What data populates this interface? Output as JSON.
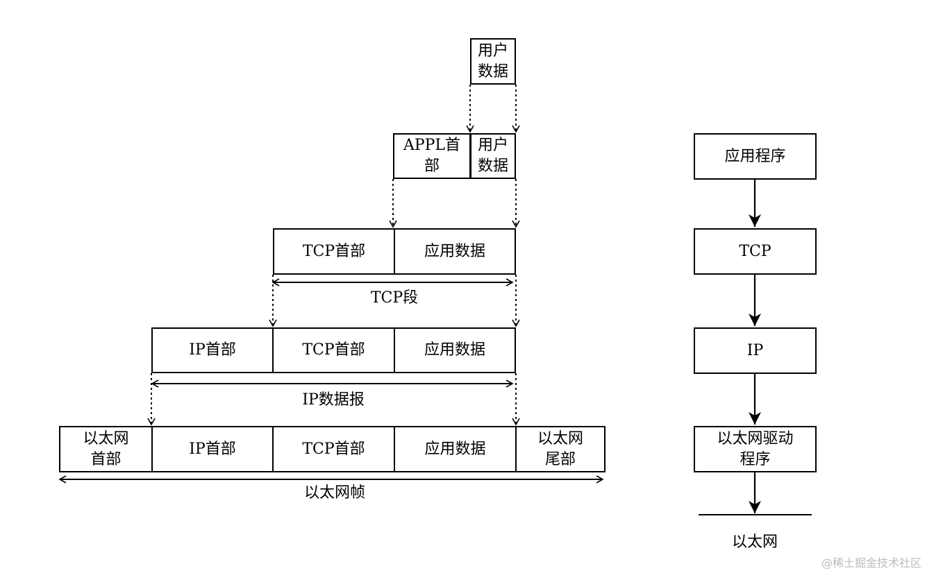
{
  "encapsulation": {
    "user_data": "用户\n数据",
    "appl_header": "APPL首\n部",
    "app_layer_user_data": "用户\n数据",
    "tcp_header": "TCP首部",
    "app_data": "应用数据",
    "tcp_segment_label": "TCP段",
    "ip_header": "IP首部",
    "ip_datagram_label": "IP数据报",
    "ethernet_header": "以太网\n首部",
    "ethernet_trailer": "以太网\n尾部",
    "ethernet_frame_label": "以太网帧"
  },
  "stack": {
    "application": "应用程序",
    "tcp": "TCP",
    "ip": "IP",
    "ethernet_driver": "以太网驱动\n程序",
    "ethernet": "以太网"
  },
  "watermark": "@稀土掘金技术社区"
}
